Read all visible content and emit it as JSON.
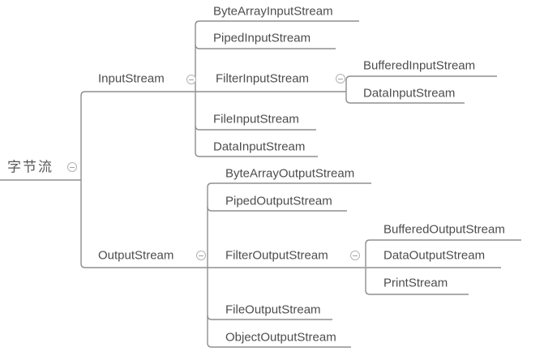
{
  "colors": {
    "background": "#ffffff",
    "text": "#4d4d4d",
    "line": "#8f8f8f",
    "toggle_border": "#b2b2b2"
  },
  "icons": {
    "collapse": "minus-circle-icon"
  },
  "tree": {
    "root": {
      "label": "字节流",
      "collapse_icon": "minus"
    },
    "branches": [
      {
        "label": "InputStream",
        "collapse_icon": "minus",
        "children": [
          {
            "label": "ByteArrayInputStream"
          },
          {
            "label": "PipedInputStream"
          },
          {
            "label": "FilterInputStream",
            "collapse_icon": "minus",
            "children": [
              {
                "label": "BufferedInputStream"
              },
              {
                "label": "DataInputStream"
              }
            ]
          },
          {
            "label": "FileInputStream"
          },
          {
            "label": "DataInputStream"
          }
        ]
      },
      {
        "label": "OutputStream",
        "collapse_icon": "minus",
        "children": [
          {
            "label": "ByteArrayOutputStream"
          },
          {
            "label": "PipedOutputStream"
          },
          {
            "label": "FilterOutputStream",
            "collapse_icon": "minus",
            "children": [
              {
                "label": "BufferedOutputStream"
              },
              {
                "label": "DataOutputStream"
              },
              {
                "label": "PrintStream"
              }
            ]
          },
          {
            "label": "FileOutputStream"
          },
          {
            "label": "ObjectOutputStream"
          }
        ]
      }
    ]
  }
}
